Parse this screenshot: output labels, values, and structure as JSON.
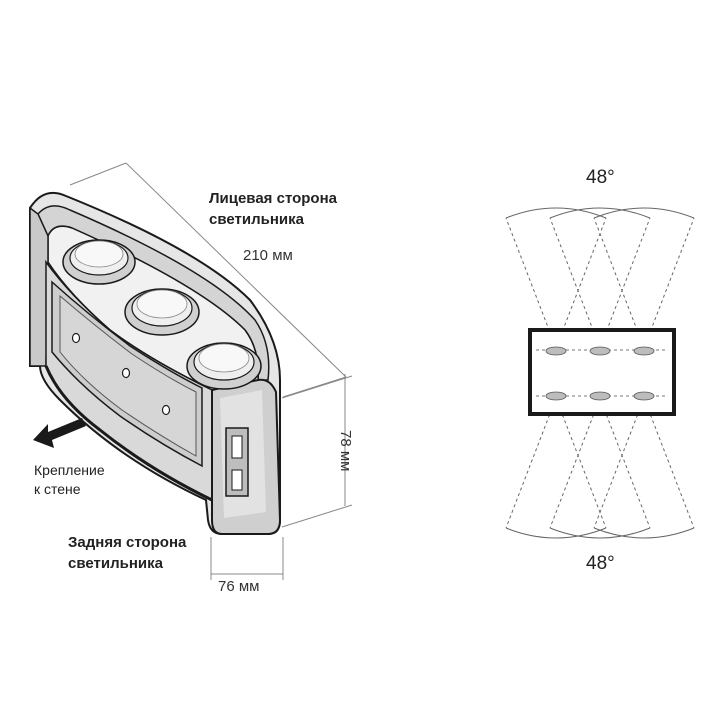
{
  "labels": {
    "front_side": [
      "Лицевая сторона",
      "светильника"
    ],
    "back_side": [
      "Задняя сторона",
      "светильника"
    ],
    "wall_mount": [
      "Крепление",
      "к стене"
    ]
  },
  "dimensions": {
    "length": "210 мм",
    "height": "78 мм",
    "depth": "76 мм"
  },
  "beam": {
    "top_angle": "48°",
    "bottom_angle": "48°",
    "led_count_per_side": 3
  },
  "colors": {
    "body_light": "#e9e9e9",
    "body_mid": "#cfcfcf",
    "body_dark": "#9d9d9d",
    "outline": "#1a1a1a"
  }
}
